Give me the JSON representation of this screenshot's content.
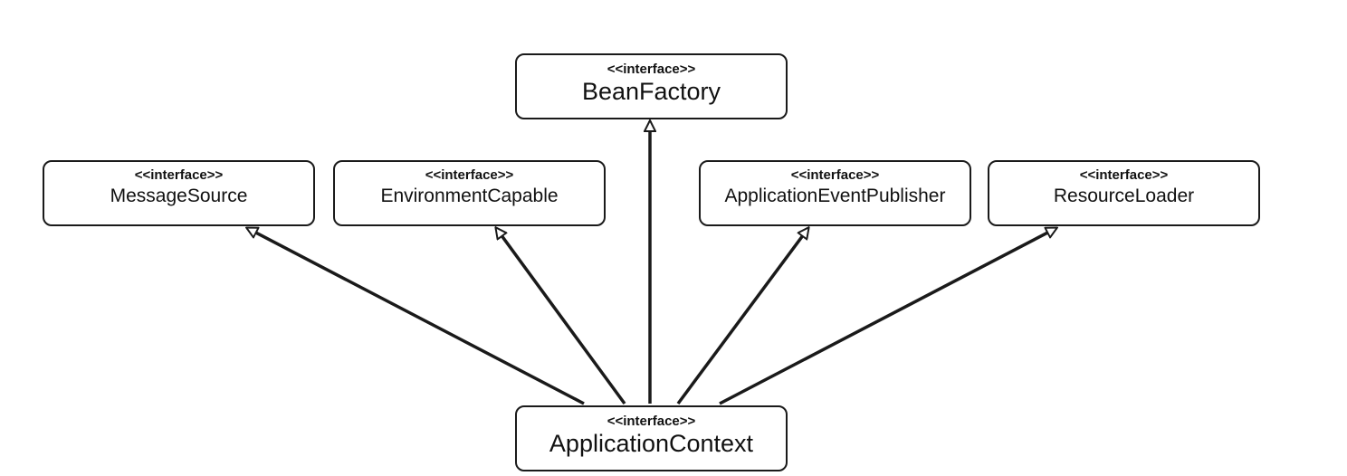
{
  "nodes": {
    "bean_factory": {
      "stereotype": "<<interface>>",
      "name": "BeanFactory"
    },
    "message_source": {
      "stereotype": "<<interface>>",
      "name": "MessageSource"
    },
    "environment_capable": {
      "stereotype": "<<interface>>",
      "name": "EnvironmentCapable"
    },
    "application_event_publisher": {
      "stereotype": "<<interface>>",
      "name": "ApplicationEventPublisher"
    },
    "resource_loader": {
      "stereotype": "<<interface>>",
      "name": "ResourceLoader"
    },
    "application_context": {
      "stereotype": "<<interface>>",
      "name": "ApplicationContext"
    }
  },
  "edges": [
    {
      "from": "application_context",
      "to": "message_source",
      "style": "hollow-arrow"
    },
    {
      "from": "application_context",
      "to": "environment_capable",
      "style": "hollow-arrow"
    },
    {
      "from": "application_context",
      "to": "bean_factory",
      "style": "hollow-arrow"
    },
    {
      "from": "application_context",
      "to": "application_event_publisher",
      "style": "hollow-arrow"
    },
    {
      "from": "application_context",
      "to": "resource_loader",
      "style": "hollow-arrow"
    }
  ],
  "colors": {
    "stroke": "#1a1a1a",
    "background": "#ffffff"
  }
}
